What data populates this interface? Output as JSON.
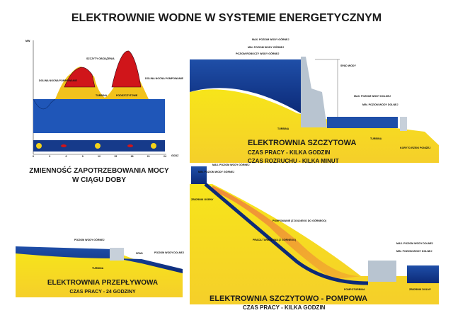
{
  "title": "ELEKTROWNIE WODNE W SYSTEMIE ENERGETYCZNYM",
  "load_chart": {
    "caption_1": "ZMIENNOŚĆ ZAPOTRZEBOWANIA MOCY",
    "caption_2": "W CIĄGU DOBY",
    "y_unit": "MW",
    "x_unit": "GODZ",
    "x_ticks": [
      "0",
      "3",
      "6",
      "9",
      "12",
      "15",
      "18",
      "21",
      "24"
    ],
    "label_peaks": "SZCZYTY OBCIĄŻENIA",
    "label_valley_left": "DOLINA NOCNA POMPOWANIE",
    "label_valley_right": "DOLINA NOCNA POMPOWANIE",
    "label_mid_left": "TURBINA",
    "label_mid_right": "PODSZCZYTOWE"
  },
  "peak_plant": {
    "name": "ELEKTROWNIA SZCZYTOWA",
    "line_1": "CZAS PRACY - KILKA GODZIN",
    "line_2": "CZAS ROZRUCHU - KILKA MINUT",
    "labels": [
      "MAX. POZIOM WODY GÓRNEJ",
      "MIN. POZIOM WODY GÓRNEJ",
      "POZIOM ROBOCZY WODY GÓRNEJ",
      "SPAD WODY",
      "MAX. POZIOM WODY DOLNEJ",
      "MIN. POZIOM WODY DOLNEJ",
      "TURBINA",
      "TURBINA",
      "KORYTO RZEKI PONIŻEJ"
    ]
  },
  "pumped_plant": {
    "name": "ELEKTROWNIA SZCZYTOWO - POMPOWA",
    "line_1": "CZAS PRACY - KILKA GODZIN",
    "labels": [
      "MAX. POZIOM WODY GÓRNEJ",
      "MIN. POZIOM WODY GÓRNEJ",
      "ZBIORNIK GÓRNY",
      "POMPOWANIE (Z DOLNEGO DO GÓRNEGO)",
      "PRACA TURBINOWA (Z GÓRNEGO)",
      "MAX. POZIOM WODY DOLNEJ",
      "MIN. POZIOM WODY DOLNEJ",
      "POMPOTURBINA",
      "ZBIORNIK DOLNY"
    ]
  },
  "run_plant": {
    "name": "ELEKTROWNIA PRZEPŁYWOWA",
    "line_1": "CZAS PRACY - 24 GODZINY",
    "labels": [
      "POZIOM WODY GÓRNEJ",
      "SPAD",
      "POZIOM WODY DOLNEJ",
      "TURBINA"
    ]
  }
}
